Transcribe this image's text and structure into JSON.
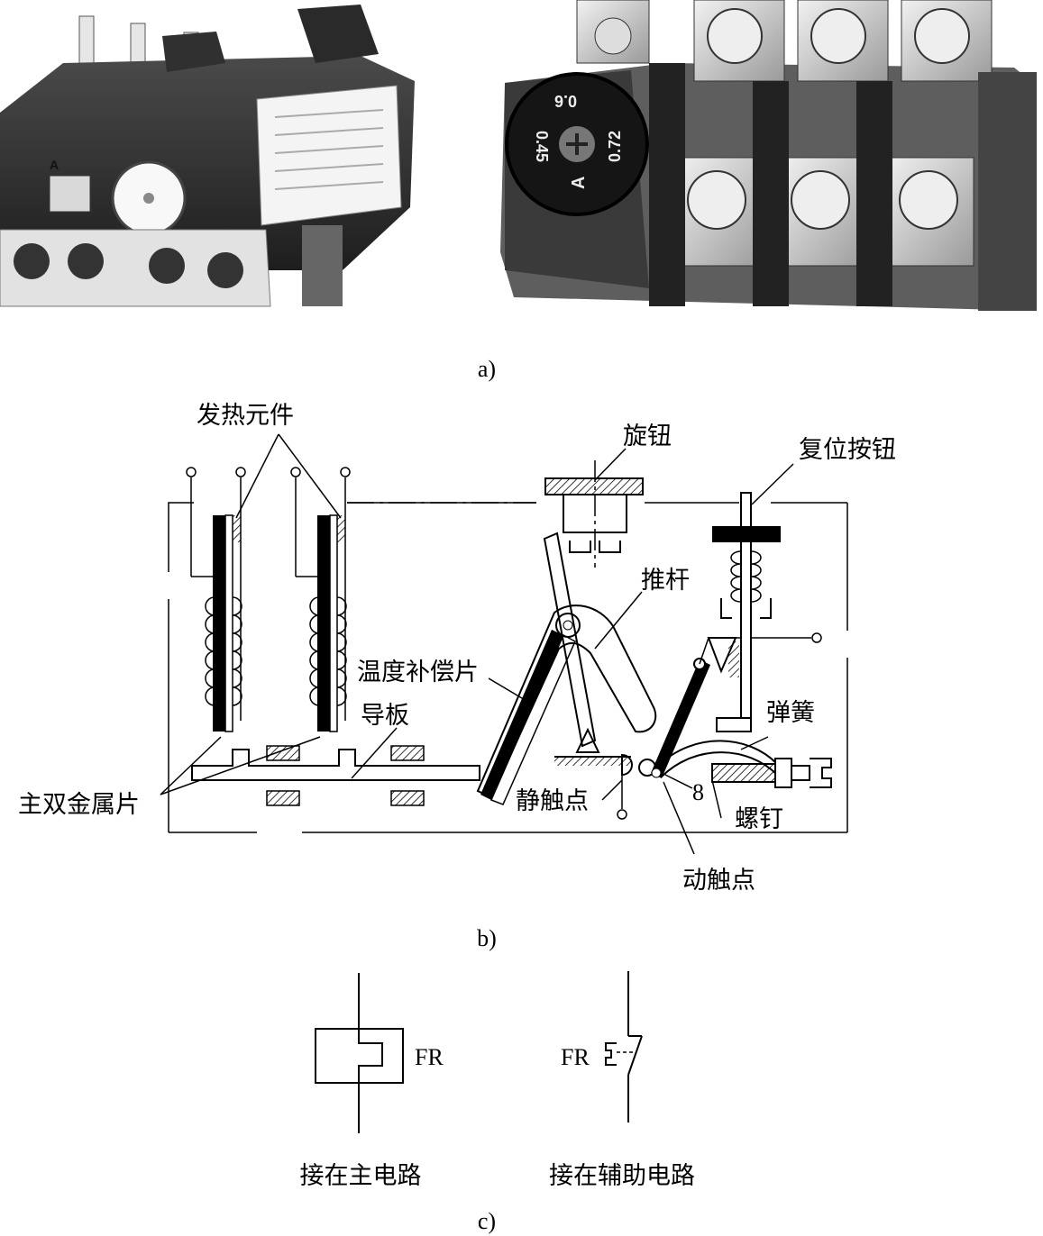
{
  "panel_a": {
    "caption": "a)",
    "photo_right": {
      "dial_labels": [
        "0.6",
        "0.72",
        "0.45",
        "A"
      ]
    },
    "photo_left": {
      "dial_label": "A"
    }
  },
  "panel_b": {
    "caption": "b)",
    "labels": {
      "heating_element": "发热元件",
      "knob": "旋钮",
      "reset_button": "复位按钮",
      "push_rod": "推杆",
      "temp_comp": "温度补偿片",
      "guide_plate": "导板",
      "spring": "弹簧",
      "main_bimetal": "主双金属片",
      "static_contact": "静触点",
      "number_8": "8",
      "screw": "螺钉",
      "moving_contact": "动触点"
    }
  },
  "panel_c": {
    "caption": "c)",
    "main_circuit": {
      "symbol_label": "FR",
      "caption": "接在主电路"
    },
    "aux_circuit": {
      "symbol_label": "FR",
      "caption": "接在辅助电路"
    }
  }
}
